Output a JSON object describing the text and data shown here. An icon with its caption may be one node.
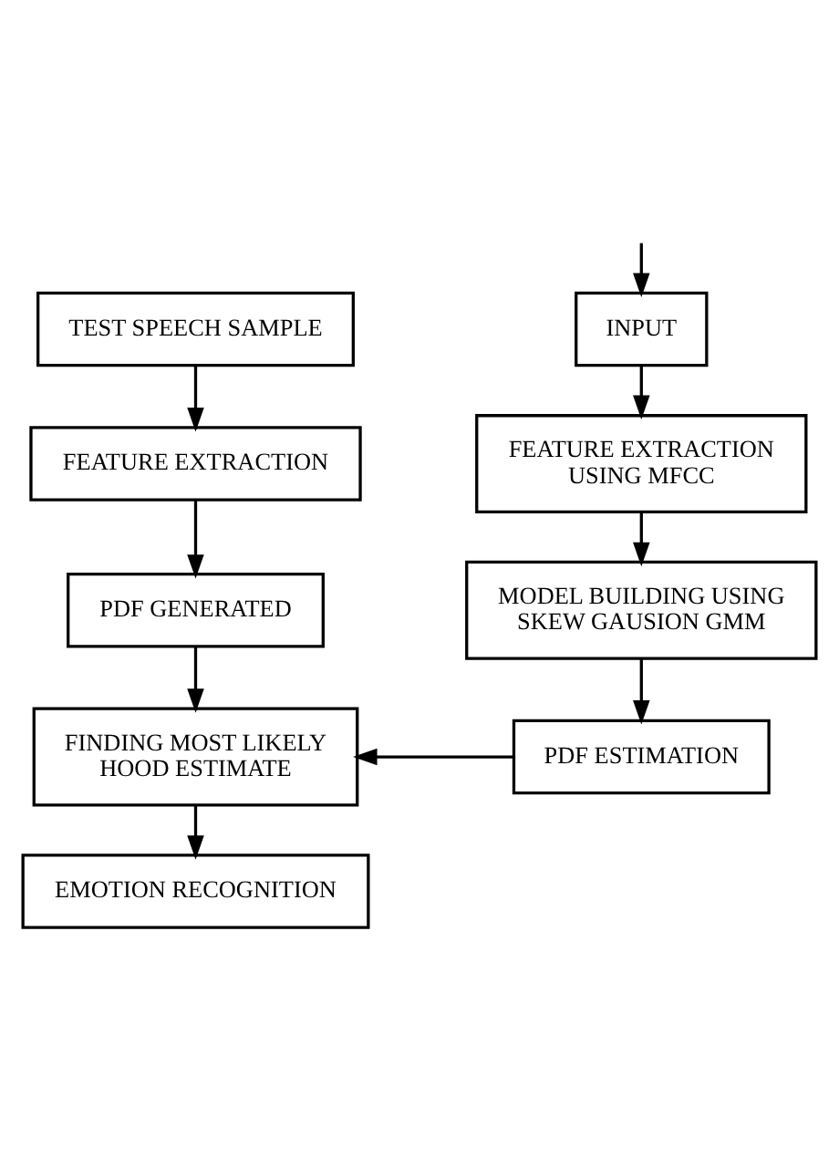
{
  "diagram": {
    "nodes": [
      {
        "text": [
          "TEST SPEECH SAMPLE"
        ]
      },
      {
        "text": [
          "FEATURE EXTRACTION"
        ]
      },
      {
        "text": [
          "PDF GENERATED"
        ]
      },
      {
        "text": [
          "FINDING MOST LIKELY HOOD ESTIMATE"
        ]
      },
      {
        "text": [
          "EMOTION RECOGNITION"
        ]
      },
      {
        "text": [
          "INPUT"
        ]
      },
      {
        "text": [
          "FEATURE EXTRACTION USING MFCC"
        ]
      },
      {
        "text": [
          "MODEL BUILDING USING SKEW GAUSION GMM"
        ]
      },
      {
        "text": [
          "PDF ESTIMATION"
        ]
      }
    ],
    "edges": [
      {
        "from": 0,
        "to": 1,
        "arrow": "to"
      },
      {
        "from": 1,
        "to": 2,
        "arrow": "to"
      },
      {
        "from": 2,
        "to": 3,
        "arrow": "to"
      },
      {
        "from": 3,
        "to": 4,
        "arrow": "to"
      },
      {
        "from": null,
        "to": 5,
        "arrow": "to"
      },
      {
        "from": 5,
        "to": 6,
        "arrow": "to"
      },
      {
        "from": 6,
        "to": 7,
        "arrow": "to"
      },
      {
        "from": 7,
        "to": 8,
        "arrow": "to"
      },
      {
        "from": 8,
        "to": 3,
        "arrow": "to"
      }
    ]
  }
}
